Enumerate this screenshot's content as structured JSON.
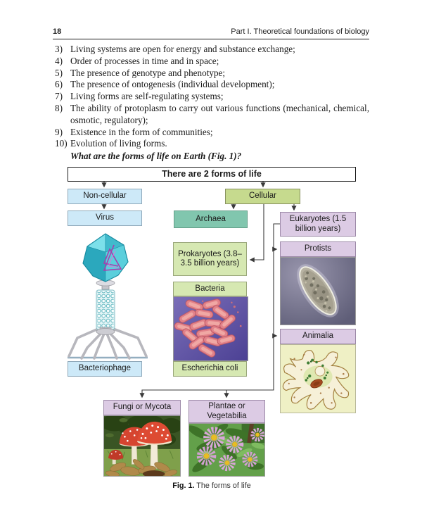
{
  "page": {
    "number": "18",
    "running_title": "Part I. Theoretical foundations of biology"
  },
  "list_items": [
    {
      "num": "3)",
      "text": "Living systems are open for energy and substance exchange;"
    },
    {
      "num": "4)",
      "text": "Order of processes in time and in space;"
    },
    {
      "num": "5)",
      "text": "The presence of genotype and phenotype;"
    },
    {
      "num": "6)",
      "text": "The presence of ontogenesis (individual development);"
    },
    {
      "num": "7)",
      "text": "Living forms are self-regulating systems;"
    },
    {
      "num": "8)",
      "text": "The ability of protoplasm to carry out various functions (mechanical, chemical, osmotic, regulatory);"
    },
    {
      "num": "9)",
      "text": "Existence in the form of communities;"
    },
    {
      "num": "10)",
      "text": "Evolution of living forms."
    }
  ],
  "question": "What are the forms of life on Earth (Fig. 1)?",
  "diagram": {
    "root": "There are 2 forms of life",
    "non_cellular": "Non-cellular",
    "virus": "Virus",
    "bacteriophage": "Bacteriophage",
    "cellular": "Cellular",
    "archaea": "Archaea",
    "eukaryotes": "Eukaryotes (1.5 billion years)",
    "prokaryotes": "Prokaryotes (3.8–3.5 billion years)",
    "bacteria": "Bacteria",
    "escherichia": "Escherichia coli",
    "protists": "Protists",
    "animalia": "Animalia",
    "fungi": "Fungi or Mycota",
    "plantae": "Plantae or Vegetabilia"
  },
  "caption": {
    "label": "Fig. 1.",
    "text": "The forms of life"
  },
  "illustrations": {
    "bacteriophage": "bacteriophage-virus-illustration",
    "escherichia": "escherichia-coli-micrograph",
    "protists": "paramecium-micrograph",
    "animalia": "amoeba-drawing",
    "fungi": "fly-agaric-mushrooms-photo",
    "plantae": "pink-daisy-flowers-photo"
  },
  "colors": {
    "box_blue": "#cde9f8",
    "box_green": "#c6da8e",
    "box_teal": "#81c6ae",
    "box_palegreen": "#d6e8b2",
    "box_lavender": "#dccbe4",
    "bacteria_bg": "#574b9d",
    "protist_bg": "#6e6a84",
    "amoeba_bg": "#eff0c5",
    "connector": "#3a3a3a"
  }
}
